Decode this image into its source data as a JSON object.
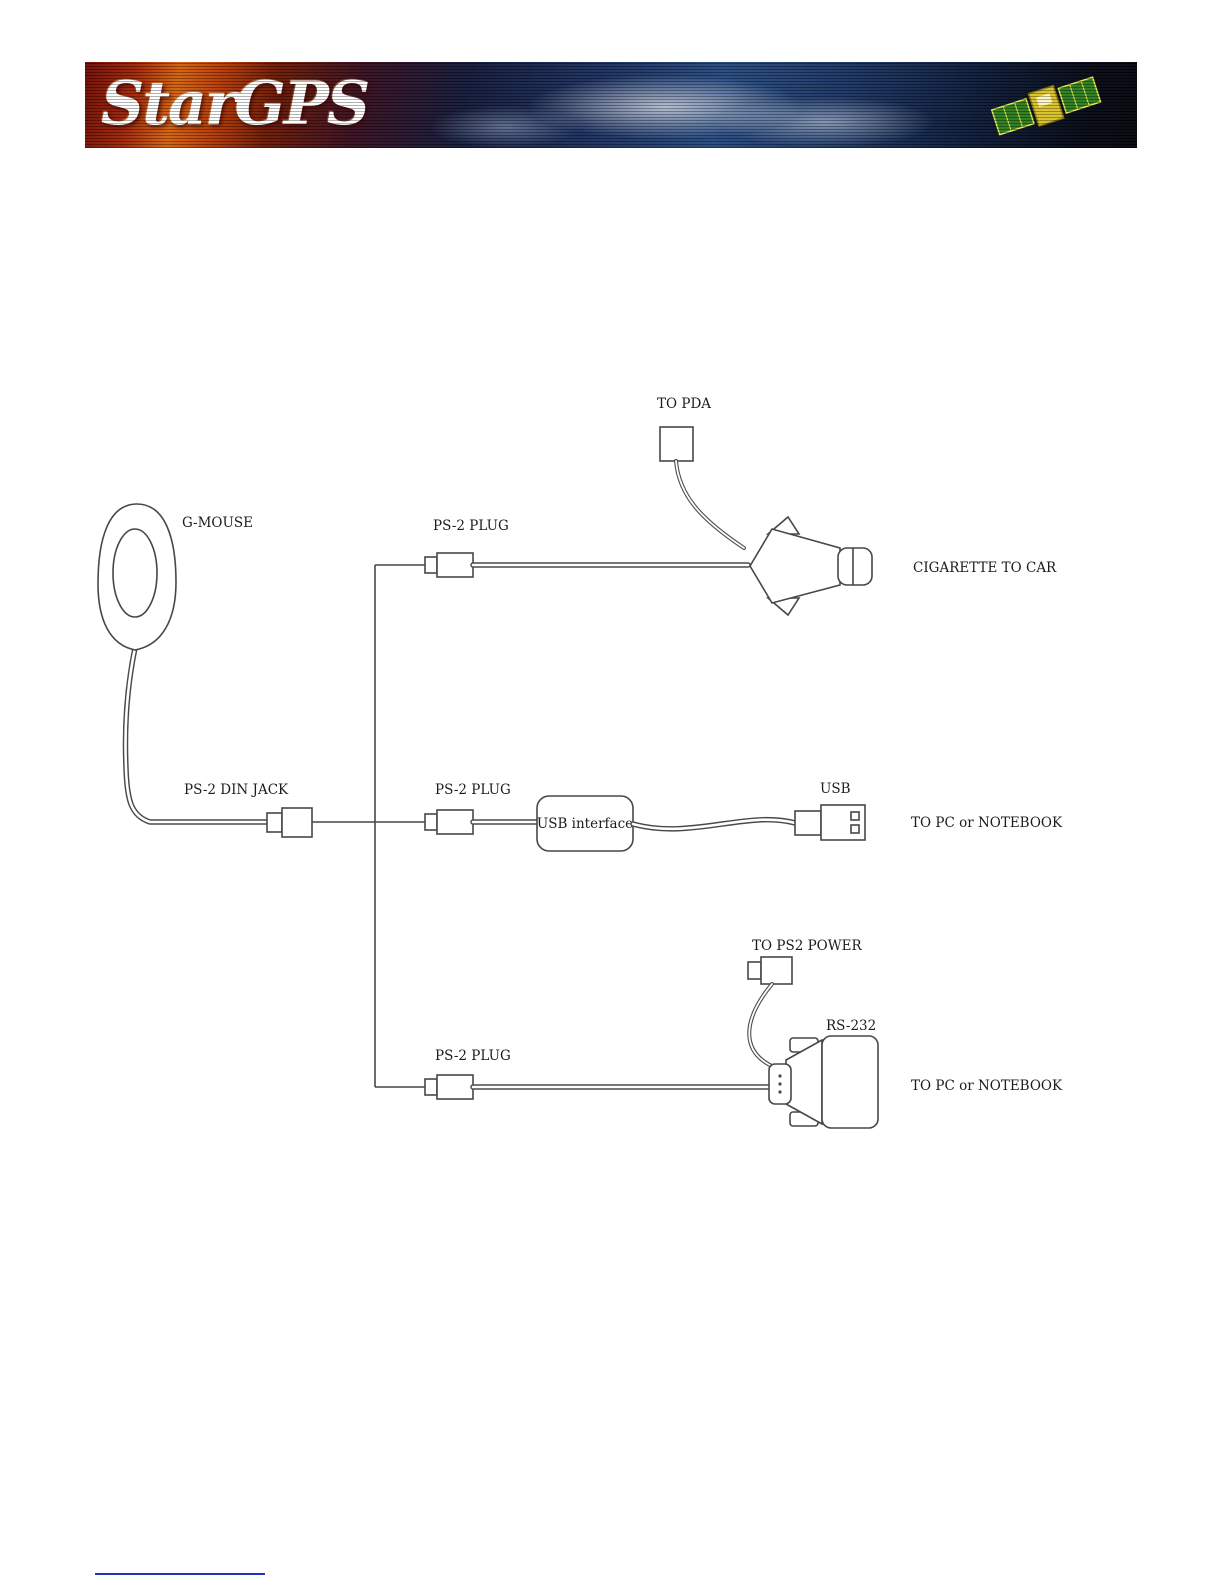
{
  "banner": {
    "logo": "StarGPS",
    "accent_color": "#d4610f",
    "space_color": "#1b2f5e"
  },
  "diagram": {
    "gmouse_label": "G-MOUSE",
    "din_jack_label": "PS-2 DIN JACK",
    "plug_label": "PS-2 PLUG",
    "to_pda_label": "TO  PDA",
    "cigarette_label": "CIGARETTE TO CAR",
    "usb_interface_label": "USB interface",
    "usb_label": "USB",
    "to_pc_label": "TO  PC or NOTEBOOK",
    "ps2_power_label": "TO PS2  POWER",
    "rs232_label": "RS-232"
  }
}
